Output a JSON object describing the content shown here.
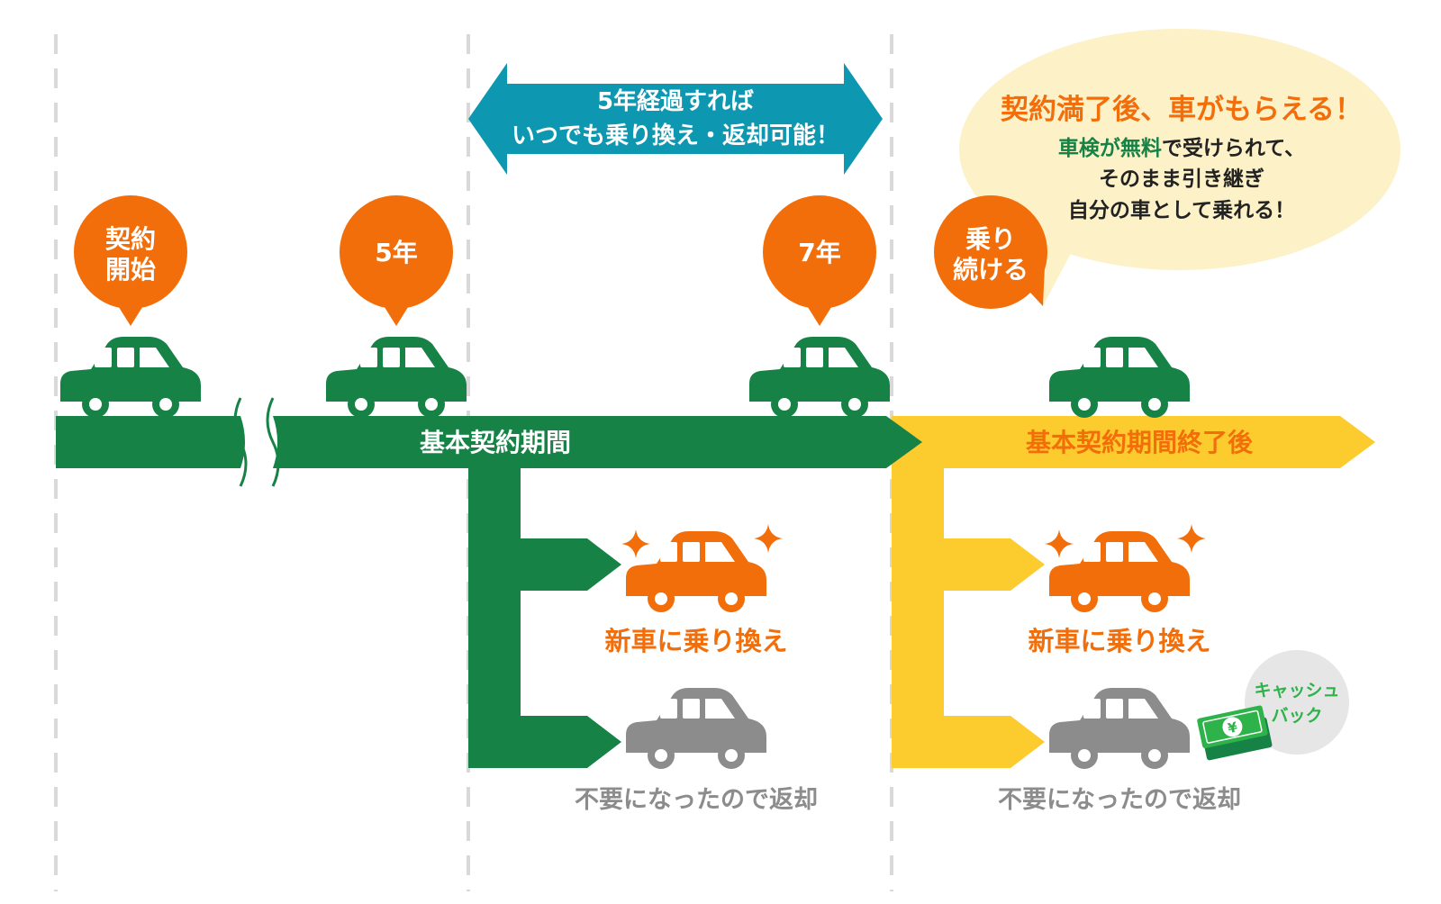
{
  "milestones": {
    "start": "契約\n開始",
    "year5": "5年",
    "year7": "7年",
    "continue": "乗り\n続ける"
  },
  "arrow_note": "5年経過すれば\nいつでも乗り換え・返却可能！",
  "speech": {
    "title": "契約満了後、車がもらえる！",
    "line1_highlight": "車検が無料",
    "line1_rest": "で受けられて、",
    "line2": "そのまま引き継ぎ",
    "line3": "自分の車として乗れる！"
  },
  "bars": {
    "main": "基本契約期間",
    "after": "基本契約期間終了後"
  },
  "options": {
    "switch_label": "新車に乗り換え",
    "return_label": "不要になったので返却",
    "cashback": "キャッシュ\nバック",
    "yen_symbol": "¥"
  },
  "colors": {
    "green": "#168246",
    "orange": "#f26e0a",
    "yellow": "#fccb2e",
    "teal": "#0e97b0",
    "gray": "#8c8c8c",
    "speech_bg": "#fdf1c8",
    "cash_green": "#2db34a"
  }
}
